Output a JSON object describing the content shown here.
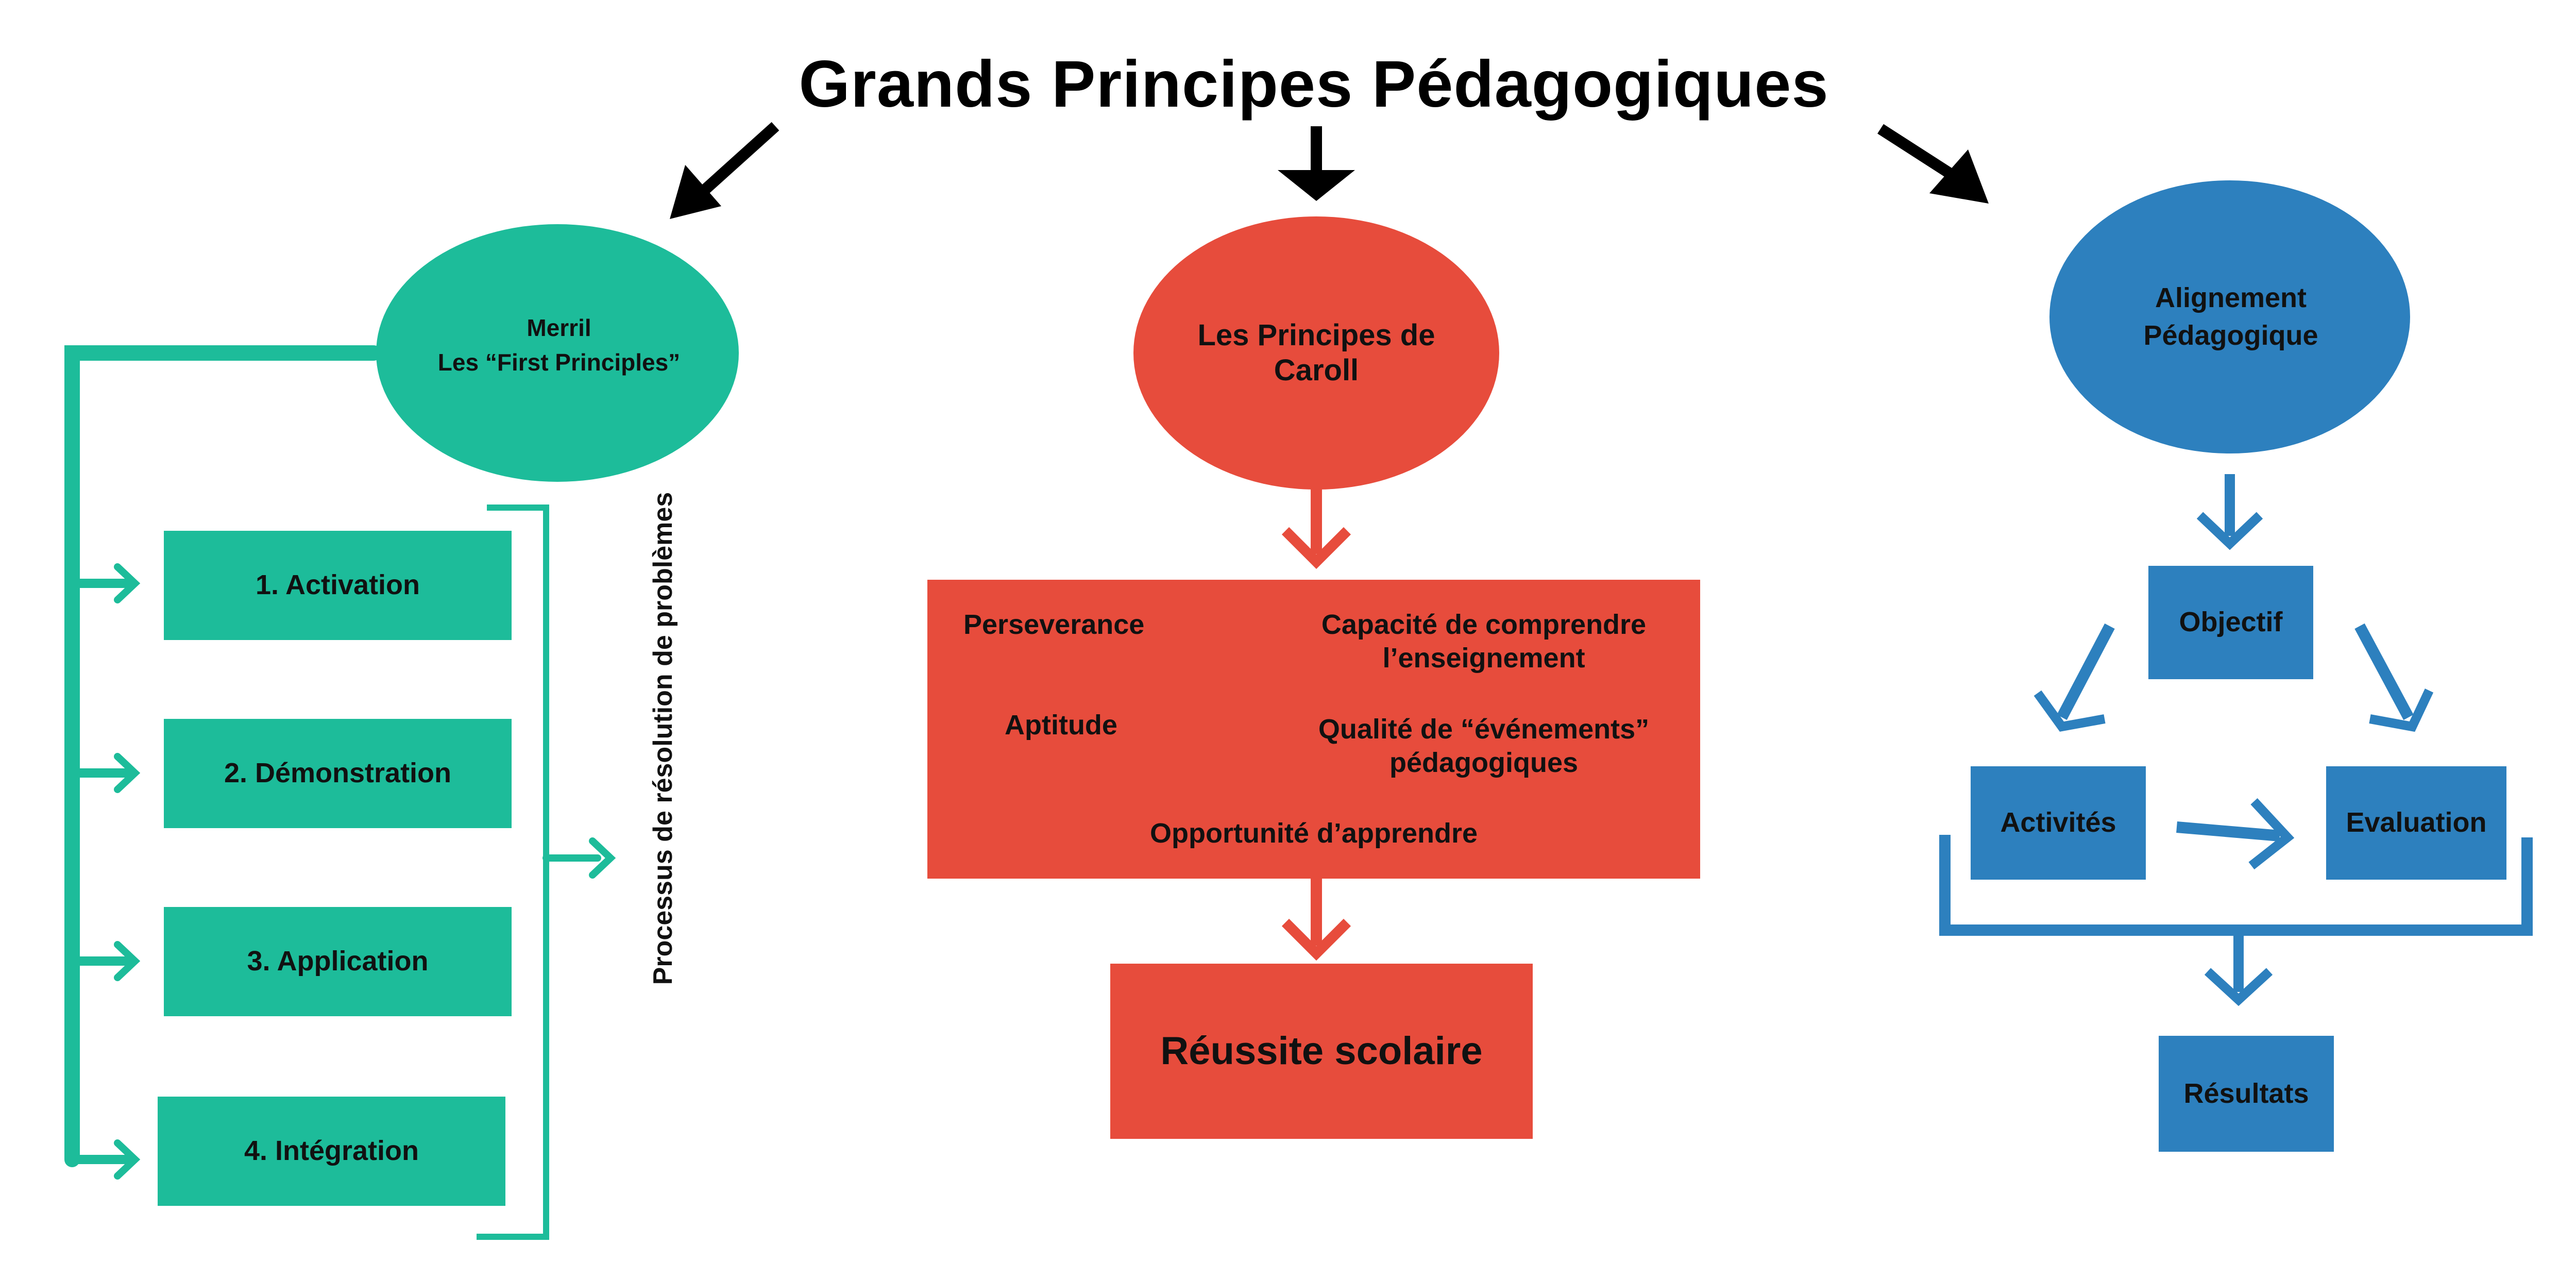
{
  "title": "Grands Principes Pédagogiques",
  "colors": {
    "teal": "#1dbc9a",
    "red": "#e74c3c",
    "blue": "#2d80be",
    "arrow": "#000000"
  },
  "merril": {
    "name": "Merril",
    "subtitle": "Les “First Principles”",
    "steps": [
      "1. Activation",
      "2. Démonstration",
      "3. Application",
      "4. Intégration"
    ],
    "bracket_label": "Processus de résolution de problèmes"
  },
  "caroll": {
    "title": "Les Principes de\nCaroll",
    "factors": {
      "perseverance": "Perseverance",
      "capacite": "Capacité de comprendre\nl’enseignement",
      "aptitude": "Aptitude",
      "qualite": "Qualité de “événements”\npédagogiques",
      "opportunite": "Opportunité d’apprendre"
    },
    "result": "Réussite scolaire"
  },
  "alignement": {
    "title": "Alignement\nPédagogique",
    "objectif": "Objectif",
    "activites": "Activités",
    "evaluation": "Evaluation",
    "resultats": "Résultats"
  }
}
